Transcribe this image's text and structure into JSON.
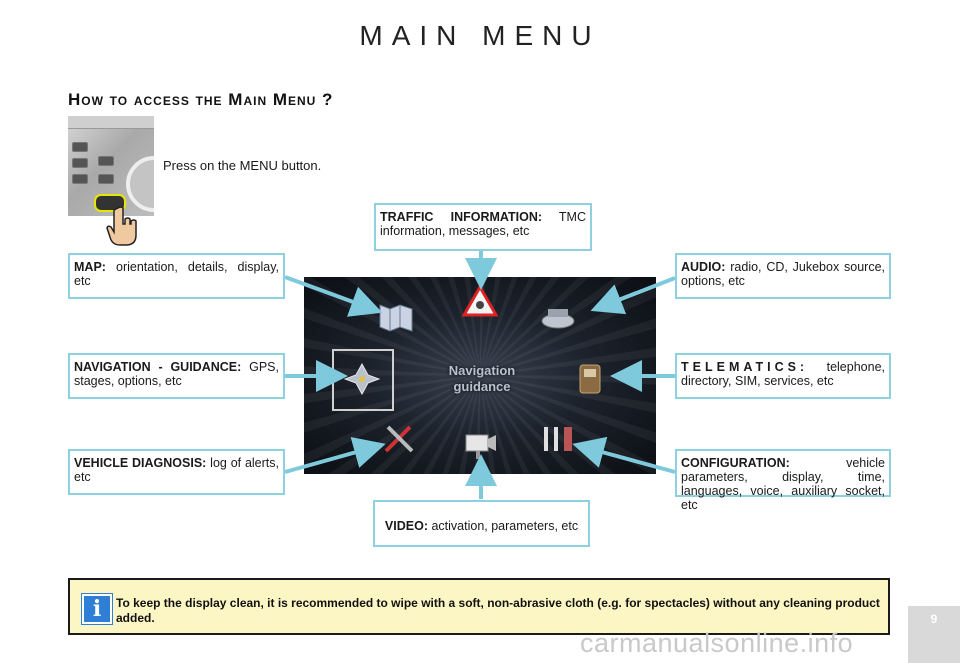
{
  "title": "MAIN MENU",
  "access_heading": "How to access the Main Menu ?",
  "press_instruction": "Press on the MENU button.",
  "items": {
    "traffic": {
      "label": "TRAFFIC INFORMATION:",
      "desc": "TMC information, messages, etc"
    },
    "map": {
      "label": "MAP:",
      "desc": "orientation, details, display, etc"
    },
    "audio": {
      "label": "AUDIO:",
      "desc": "radio, CD, Jukebox source, options, etc"
    },
    "navigation": {
      "label": "NAVIGATION - GUIDANCE:",
      "desc": "GPS, stages, options, etc"
    },
    "telematics": {
      "label": "TELEMATICS:",
      "desc": "telephone, directory, SIM, services, etc"
    },
    "diagnosis": {
      "label": "VEHICLE DIAGNOSIS:",
      "desc": "log of alerts, etc"
    },
    "configuration": {
      "label": "CONFIGURATION:",
      "desc": "vehicle parameters, display, time, languages, voice, auxiliary socket, etc"
    },
    "video": {
      "label": "VIDEO:",
      "desc": "activation, parameters, etc"
    }
  },
  "screen": {
    "selected_label_line1": "Navigation",
    "selected_label_line2": "guidance"
  },
  "note": "To keep the display clean, it is recommended to wipe with a soft, non-abrasive cloth (e.g. for spectacles) without any cleaning product added.",
  "info_icon": "i",
  "page_number": "9",
  "watermark": "carmanualsonline.info",
  "colors": {
    "callout_border": "#8ecfe0",
    "arrow": "#7fc9dd",
    "note_bg": "#fbf6c4",
    "info_icon": "#2f7fd6"
  }
}
